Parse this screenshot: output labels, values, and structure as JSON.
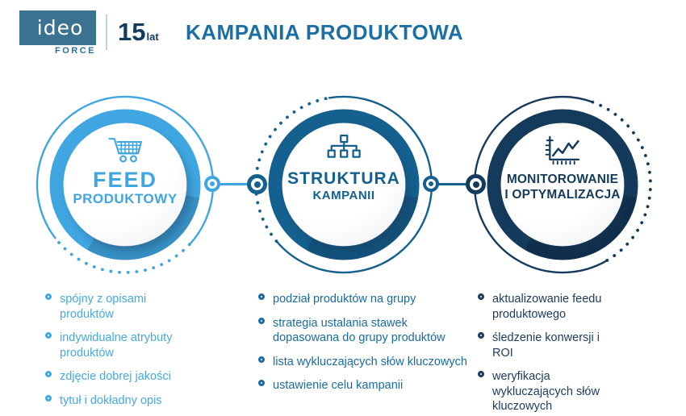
{
  "header": {
    "logo": {
      "name": "ideo",
      "sub": "FORCE"
    },
    "anniversary": {
      "number": "15",
      "unit": "lat"
    },
    "title": "KAMPANIA PRODUKTOWA"
  },
  "colors": {
    "step1": "#3FA6E1",
    "step2": "#14608F",
    "step3": "#143A5C",
    "title": "#1C6FA5",
    "logo_box": "#3B7291"
  },
  "steps": [
    {
      "id": "feed-produktowy",
      "icon": "shopping-cart-icon",
      "title_line1": "FEED",
      "title_line2": "PRODUKTOWY",
      "items": [
        "spójny z opisami produktów",
        "indywidualne atrybuty produktów",
        "zdjęcie dobrej jakości",
        "tytuł i dokładny opis"
      ]
    },
    {
      "id": "struktura-kampanii",
      "icon": "sitemap-icon",
      "title_line1": "STRUKTURA",
      "title_line2": "KAMPANII",
      "items": [
        "podział produktów na grupy",
        "strategia ustalania stawek dopasowana do grupy produktów",
        "lista wykluczających słów kluczowych",
        "ustawienie celu kampanii"
      ]
    },
    {
      "id": "monitorowanie-i-optymalizacja",
      "icon": "line-chart-icon",
      "title_line1": "MONITOROWANIE",
      "title_line2": "I OPTYMALIZACJA",
      "items": [
        "aktualizowanie feedu produktowego",
        "śledzenie konwersji i ROI",
        "weryfikacja wykluczających słów kluczowych"
      ]
    }
  ]
}
